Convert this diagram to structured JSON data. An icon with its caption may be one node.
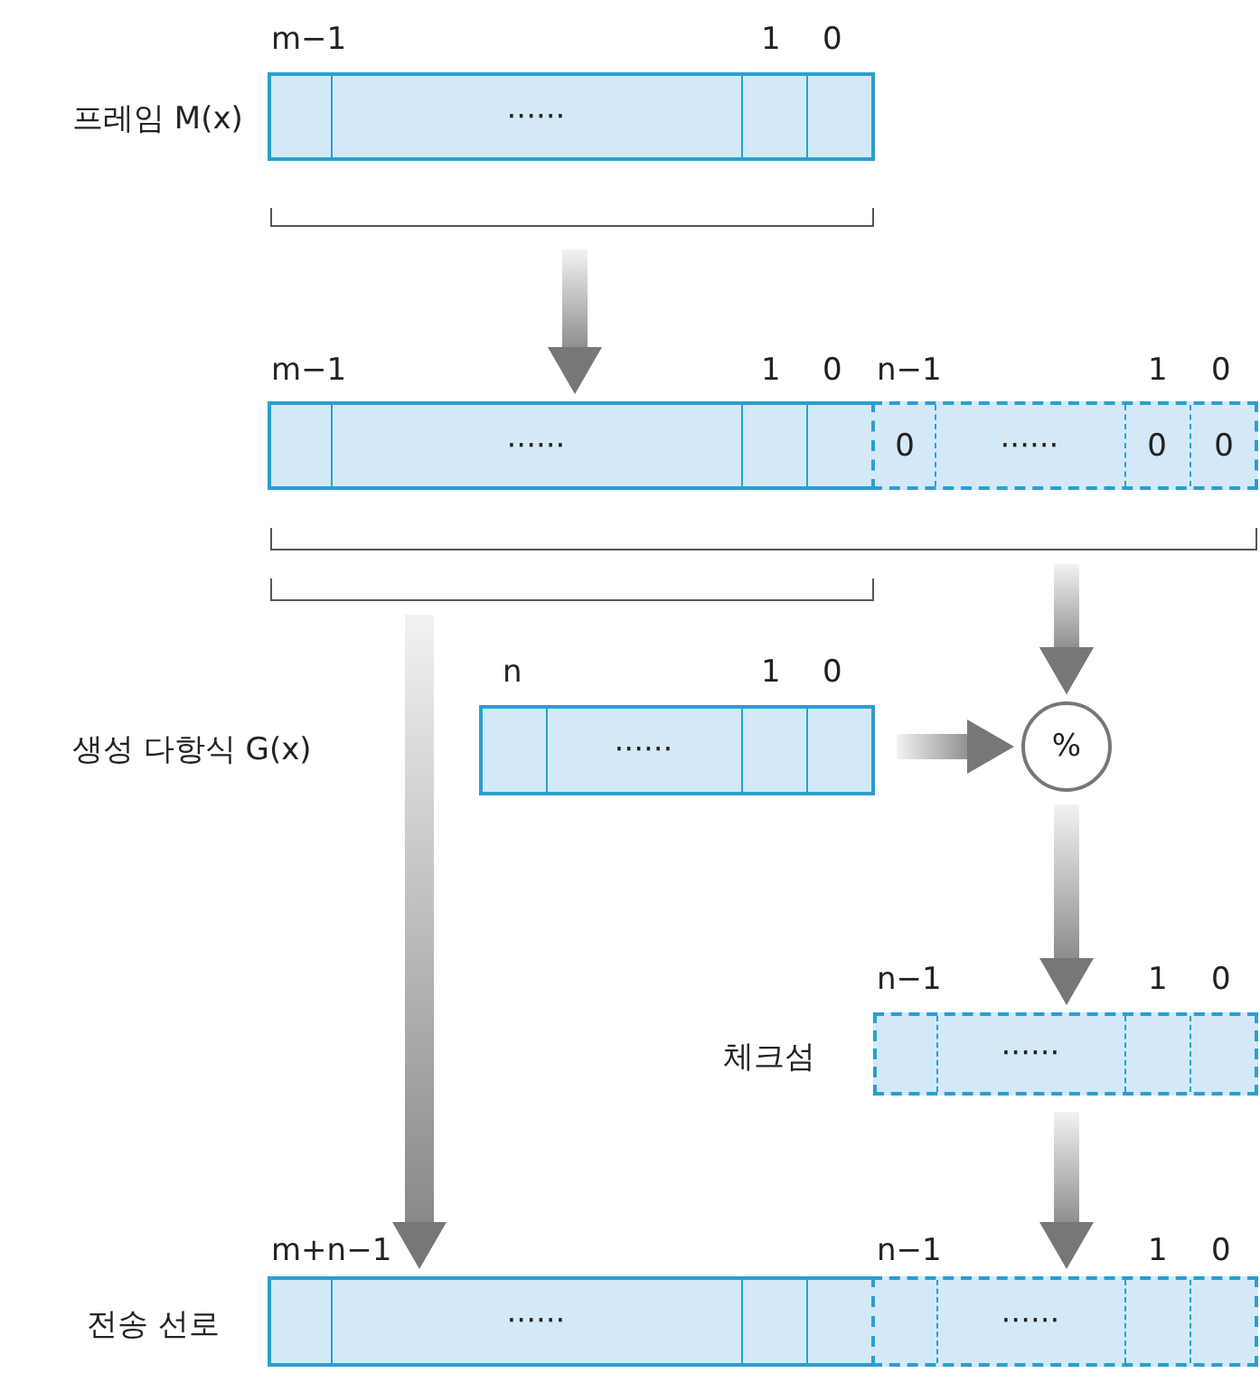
{
  "diagram": {
    "nodes": [
      {
        "text": [
          "······"
        ],
        "beside": [
          "프레임 M(x)",
          "m−1",
          "1",
          "0"
        ]
      },
      {
        "text": [
          "······"
        ],
        "beside": [
          "m−1",
          "1",
          "0"
        ]
      },
      {
        "text": [
          "0",
          "······",
          "0",
          "0"
        ],
        "beside": [
          "n−1",
          "1",
          "0"
        ]
      },
      {
        "text": [
          "······"
        ],
        "beside": [
          "n",
          "1",
          "0"
        ]
      },
      {
        "text": [
          "%"
        ]
      },
      {
        "text": [
          "······"
        ],
        "beside": [
          "체크섬",
          "n−1",
          "1",
          "0"
        ]
      },
      {
        "text": [
          "······"
        ],
        "beside": [
          "전송 선로",
          "m+n−1"
        ]
      },
      {
        "text": [
          "······"
        ],
        "beside": [
          "n−1",
          "1",
          "0"
        ]
      }
    ],
    "edges": [
      {
        "from": 0,
        "to": 1,
        "arrow": "to"
      },
      {
        "from": 1,
        "to": 4,
        "arrow": "to"
      },
      {
        "from": 2,
        "to": 4,
        "arrow": "to"
      },
      {
        "from": 3,
        "to": 4,
        "arrow": "to"
      },
      {
        "from": 4,
        "to": 5,
        "arrow": "to"
      },
      {
        "from": 5,
        "to": 7,
        "arrow": "to"
      },
      {
        "from": 1,
        "to": 6,
        "arrow": "to"
      }
    ],
    "labels": [
      "생성 다항식 G(x)"
    ]
  }
}
